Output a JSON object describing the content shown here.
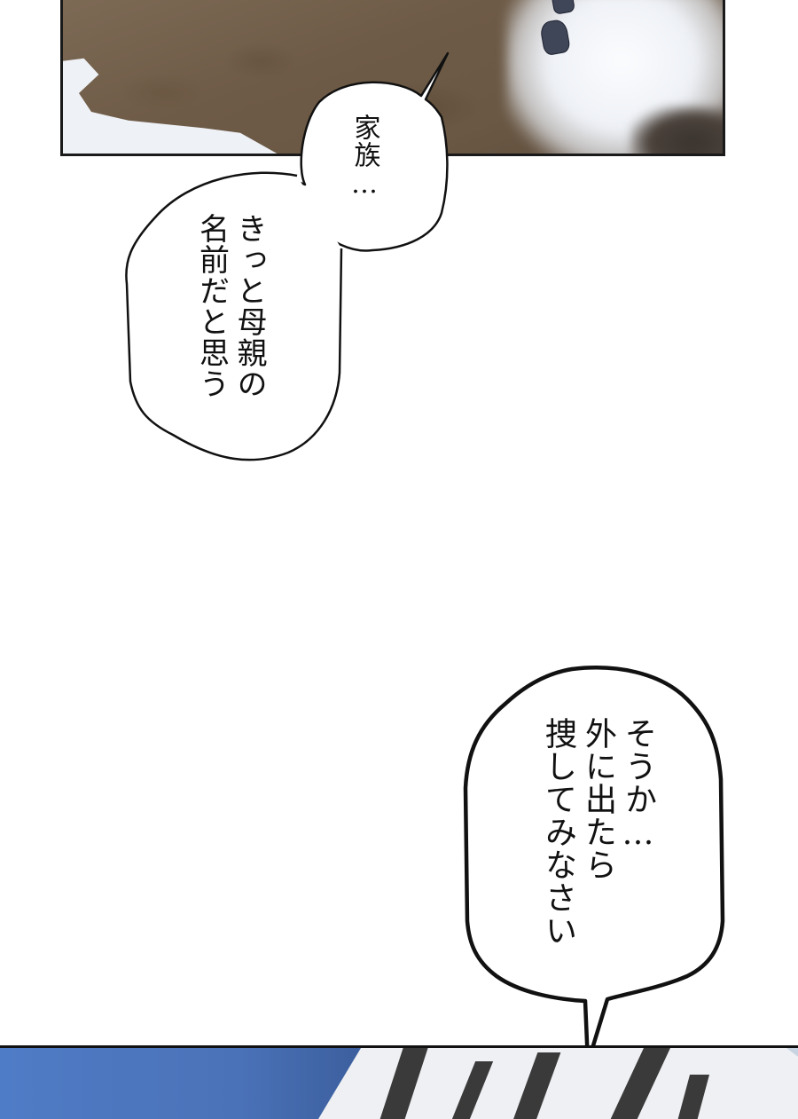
{
  "page": {
    "type": "manga-webtoon-page",
    "background": "#ffffff"
  },
  "panels": [
    {
      "id": "top-panel",
      "scene": "overhead view of brown dirt ground with snow patches and dark objects",
      "colors": {
        "ground": "#6e5b47",
        "snow": "#eef1f6",
        "border": "#1a1a1a"
      }
    },
    {
      "id": "bottom-panel",
      "scene": "blue sky with snowy striped mountain peak",
      "colors": {
        "sky": "#4a72b8",
        "mountain": "#eef0f3",
        "stripes": "#3a3a3a"
      }
    }
  ],
  "bubbles": [
    {
      "id": "bubble-1",
      "lines": [
        "家族…"
      ]
    },
    {
      "id": "bubble-2",
      "lines": [
        "きっと母親の",
        "名前だと思う"
      ]
    },
    {
      "id": "bubble-3",
      "lines": [
        "そうか…",
        "外に出たら",
        "捜してみなさい"
      ]
    }
  ]
}
